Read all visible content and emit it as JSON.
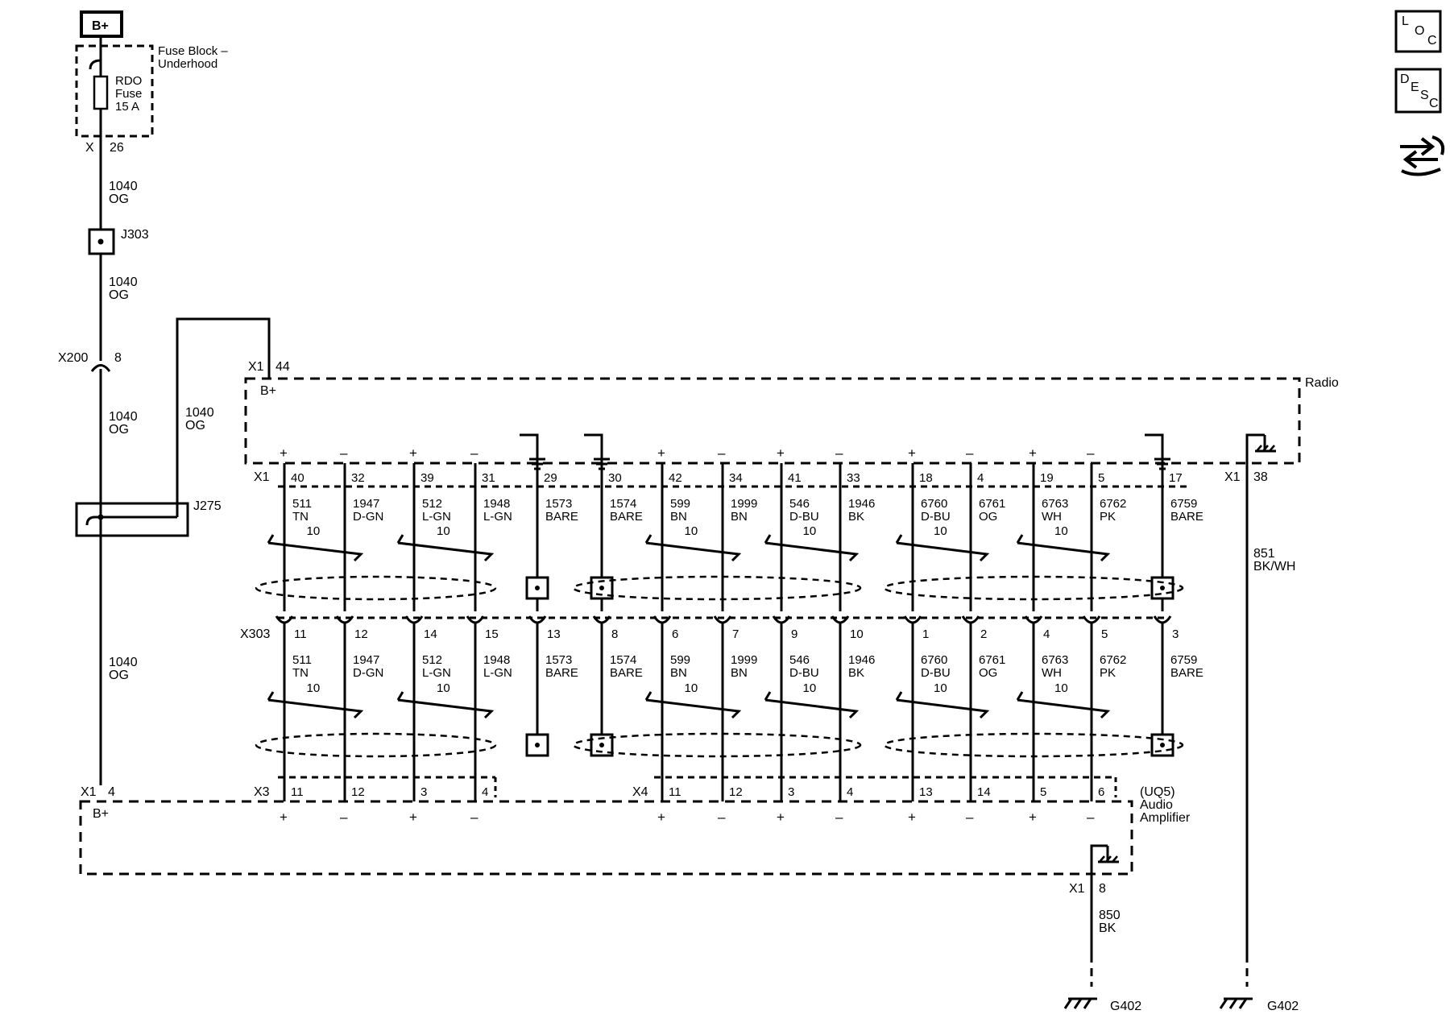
{
  "supply": {
    "battery_label": "B+",
    "fuse_block_title": [
      "Fuse Block –",
      "Underhood"
    ],
    "fuse_label": [
      "RDO",
      "Fuse",
      "15 A"
    ],
    "fuse_block_conn": "X",
    "fuse_block_pin": "26",
    "wire_circuit": "1040",
    "wire_color": "OG",
    "splice_j303": "J303",
    "inline_connector": "X200",
    "inline_pin": "8",
    "splice_j275": "J275"
  },
  "radio": {
    "title": "Radio",
    "power_conn": "X1",
    "power_pin": "44",
    "power_label": "B+",
    "ground_conn": "X1",
    "ground_pin": "38",
    "ground_circuit": "851",
    "ground_color": "BK/WH",
    "conn": "X1"
  },
  "inline_speaker_conn": "X303",
  "amplifier": {
    "title": [
      "(UQ5)",
      "Audio",
      "Amplifier"
    ],
    "power_conn": "X1",
    "power_pin": "4",
    "power_label": "B+",
    "conn_a": "X3",
    "conn_b": "X4",
    "ground_conn": "X1",
    "ground_pin": "8",
    "ground_circuit": "850",
    "ground_color": "BK"
  },
  "grounds": [
    "G402",
    "G402"
  ],
  "twist_label": "10",
  "wires": [
    {
      "radio_pin": "40",
      "x303_pin": "11",
      "amp_pin": "11",
      "circuit": "511",
      "color": "TN",
      "polarity": "+"
    },
    {
      "radio_pin": "32",
      "x303_pin": "12",
      "amp_pin": "12",
      "circuit": "1947",
      "color": "D-GN",
      "polarity": "–"
    },
    {
      "radio_pin": "39",
      "x303_pin": "14",
      "amp_pin": "3",
      "circuit": "512",
      "color": "L-GN",
      "polarity": "+"
    },
    {
      "radio_pin": "31",
      "x303_pin": "15",
      "amp_pin": "4",
      "circuit": "1948",
      "color": "L-GN",
      "polarity": "–"
    },
    {
      "radio_pin": "29",
      "x303_pin": "13",
      "amp_pin": "",
      "circuit": "1573",
      "color": "BARE",
      "polarity": ""
    },
    {
      "radio_pin": "30",
      "x303_pin": "8",
      "amp_pin": "",
      "circuit": "1574",
      "color": "BARE",
      "polarity": ""
    },
    {
      "radio_pin": "42",
      "x303_pin": "6",
      "amp_pin": "11",
      "circuit": "599",
      "color": "BN",
      "polarity": "+"
    },
    {
      "radio_pin": "34",
      "x303_pin": "7",
      "amp_pin": "12",
      "circuit": "1999",
      "color": "BN",
      "polarity": "–"
    },
    {
      "radio_pin": "41",
      "x303_pin": "9",
      "amp_pin": "3",
      "circuit": "546",
      "color": "D-BU",
      "polarity": "+"
    },
    {
      "radio_pin": "33",
      "x303_pin": "10",
      "amp_pin": "4",
      "circuit": "1946",
      "color": "BK",
      "polarity": "–"
    },
    {
      "radio_pin": "18",
      "x303_pin": "1",
      "amp_pin": "13",
      "circuit": "6760",
      "color": "D-BU",
      "polarity": "+"
    },
    {
      "radio_pin": "4",
      "x303_pin": "2",
      "amp_pin": "14",
      "circuit": "6761",
      "color": "OG",
      "polarity": "–"
    },
    {
      "radio_pin": "19",
      "x303_pin": "4",
      "amp_pin": "5",
      "circuit": "6763",
      "color": "WH",
      "polarity": "+"
    },
    {
      "radio_pin": "5",
      "x303_pin": "5",
      "amp_pin": "6",
      "circuit": "6762",
      "color": "PK",
      "polarity": "–"
    },
    {
      "radio_pin": "17",
      "x303_pin": "3",
      "amp_pin": "",
      "circuit": "6759",
      "color": "BARE",
      "polarity": ""
    }
  ],
  "nav": [
    {
      "name": "loc",
      "letters": [
        "L",
        "O",
        "C"
      ]
    },
    {
      "name": "desc",
      "letters": [
        "D",
        "E",
        "S",
        "C"
      ]
    }
  ],
  "icons": [
    "loc-icon",
    "desc-icon",
    "navigation-arrows-icon"
  ]
}
